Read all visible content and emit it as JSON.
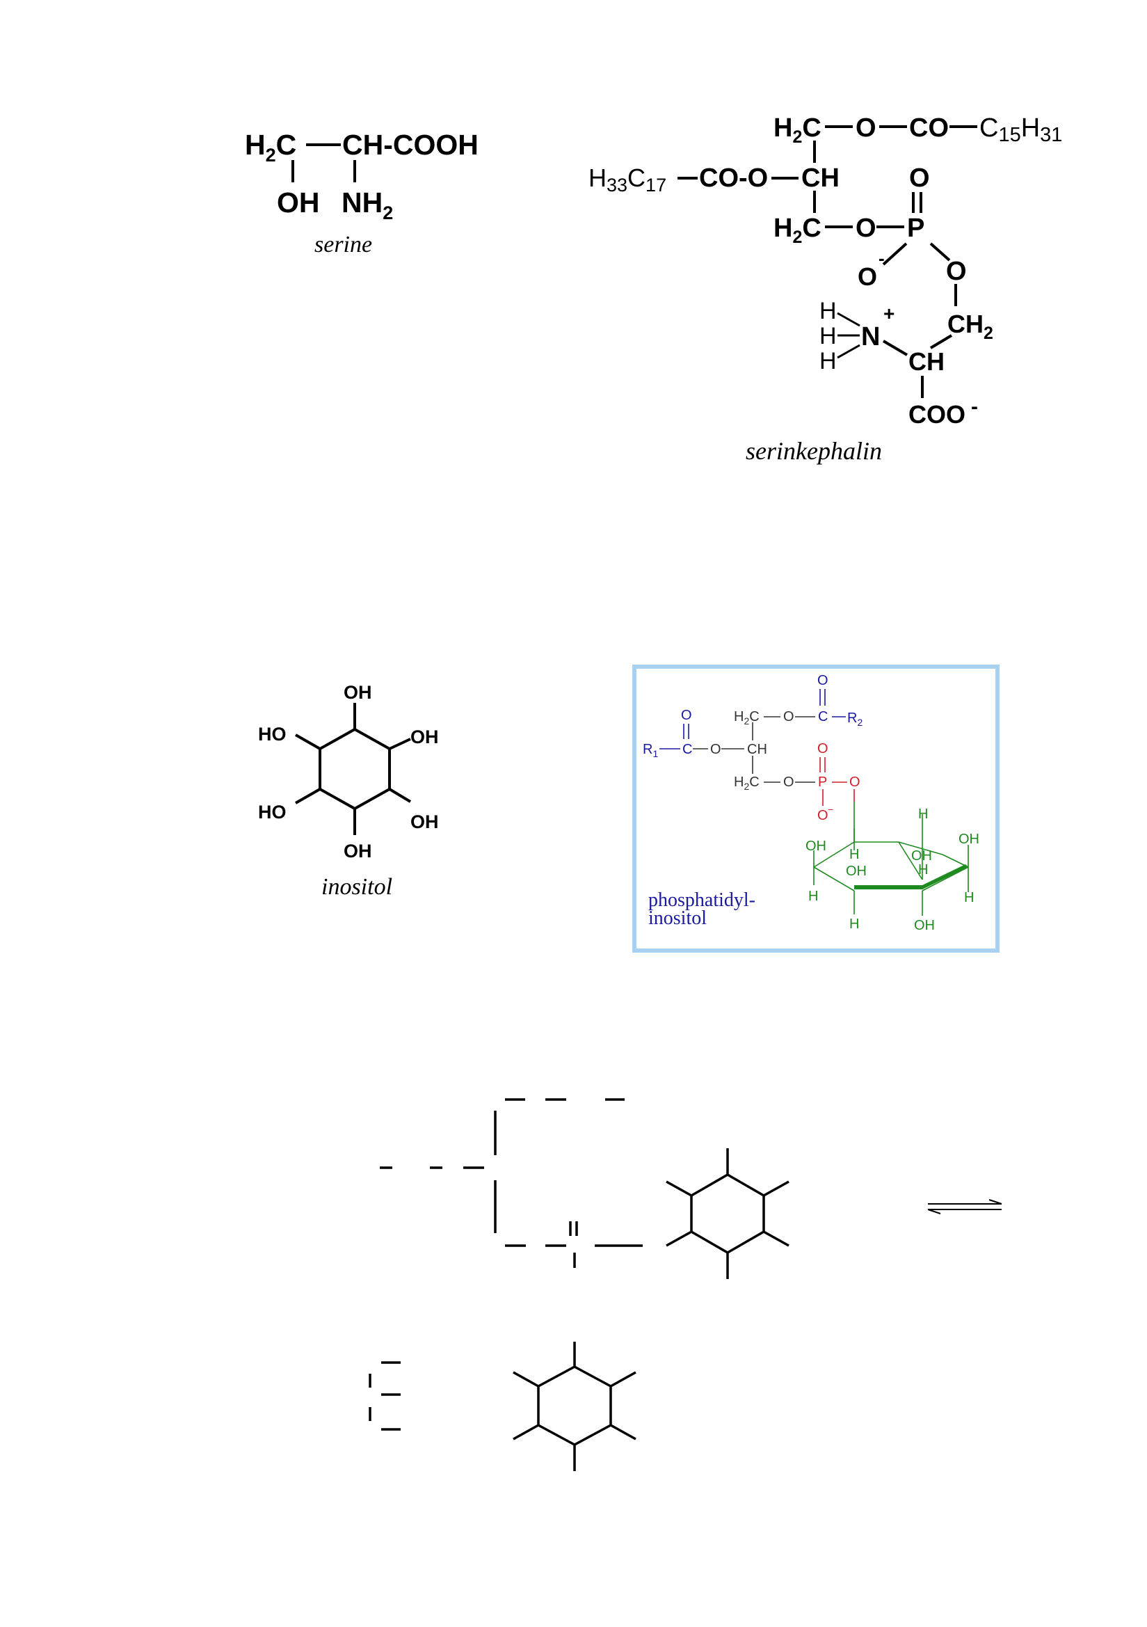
{
  "colors": {
    "text": "#000000",
    "box_border": "#a8d0f0",
    "acyl": "#1a1aa0",
    "phosphate": "#d0202a",
    "inositol_ring": "#1f8a1f",
    "backbone": "#333333"
  },
  "serine": {
    "h2c": "H",
    "h2c_sub": "2",
    "h2c_c": "C",
    "chcooh": "CH-COOH",
    "oh": "OH",
    "nh": "NH",
    "nh_sub": "2",
    "caption": "serine"
  },
  "serinkephalin": {
    "top_h2c": "H",
    "top_h2c_sub": "2",
    "top_h2c_c": "C",
    "top_o": "O",
    "top_co": "CO",
    "top_c": "C",
    "top_c_sub": "15",
    "top_h": "H",
    "top_h_sub": "31",
    "mid_h": "H",
    "mid_h_sub": "33",
    "mid_c": "C",
    "mid_c_sub": "17",
    "mid_coo": "CO-O",
    "mid_ch": "CH",
    "p_o_top": "O",
    "bot_h2c": "H",
    "bot_h2c_sub": "2",
    "bot_h2c_c": "C",
    "bot_o": "O",
    "p": "P",
    "o_minus": "O",
    "o_minus_charge": "-",
    "o_ester": "O",
    "ch2": "CH",
    "ch2_sub": "2",
    "h1": "H",
    "h2": "H",
    "h3": "H",
    "n": "N",
    "n_charge": "+",
    "ch": "CH",
    "coo": "COO",
    "coo_charge": "-",
    "caption": "serinkephalin"
  },
  "inositol": {
    "oh_top": "OH",
    "ho_ul": "HO",
    "oh_ur": "OH",
    "ho_ll": "HO",
    "oh_lr": "OH",
    "oh_bottom": "OH",
    "caption": "inositol"
  },
  "phosphatidylinositol": {
    "o_r2": "O",
    "h2c_top": "H",
    "h2c_top_sub": "2",
    "h2c_top_c": "C",
    "o_link1": "O",
    "c_r2": "C",
    "r2": "R",
    "r2_sub": "2",
    "o_r1": "O",
    "r1": "R",
    "r1_sub": "1",
    "c_r1": "C",
    "o_link2": "O",
    "ch": "CH",
    "p_o_top": "O",
    "h2c_bot": "H",
    "h2c_bot_sub": "2",
    "h2c_bot_c": "C",
    "o_link3": "O",
    "p": "P",
    "o_link4": "O",
    "o_minus": "O",
    "o_minus_charge": "−",
    "ring_h1": "H",
    "ring_oh1": "OH",
    "ring_oh2": "OH",
    "ring_h2": "H",
    "ring_oh3": "OH",
    "ring_h3": "H",
    "ring_oh4": "OH",
    "ring_h4": "H",
    "ring_h5": "H",
    "ring_h6": "H",
    "ring_oh5": "OH",
    "caption_line1": "phosphatidyl-",
    "caption_line2": "inositol"
  }
}
